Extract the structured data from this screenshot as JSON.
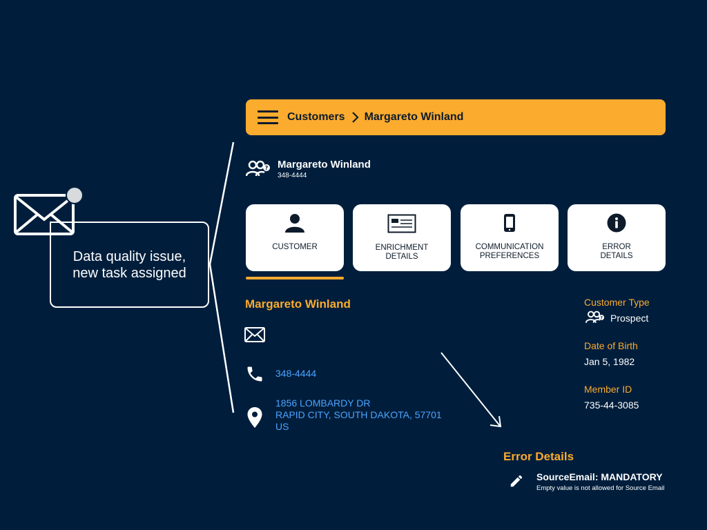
{
  "notification": {
    "message": "Data quality issue, new task assigned",
    "icon": "envelope-icon"
  },
  "header": {
    "breadcrumb_root": "Customers",
    "breadcrumb_current": "Margareto Winland"
  },
  "profile": {
    "name": "Margareto Winland",
    "phone": "348-4444"
  },
  "tabs": [
    {
      "line1": "CUSTOMER",
      "line2": "",
      "icon": "person-icon"
    },
    {
      "line1": "ENRICHMENT",
      "line2": "DETAILS",
      "icon": "id-card-icon"
    },
    {
      "line1": "COMMUNICATION",
      "line2": "PREFERENCES",
      "icon": "mobile-phone-icon"
    },
    {
      "line1": "ERROR",
      "line2": "DETAILS",
      "icon": "info-icon"
    }
  ],
  "customer": {
    "name": "Margareto Winland",
    "phone": "348-4444",
    "address_line1": "1856 LOMBARDY DR",
    "address_line2": "RAPID CITY, SOUTH DAKOTA, 57701",
    "address_line3": "US"
  },
  "side": {
    "type_label": "Customer Type",
    "type_value": "Prospect",
    "dob_label": "Date of Birth",
    "dob_value": "Jan 5, 1982",
    "member_label": "Member ID",
    "member_value": "735-44-3085"
  },
  "error": {
    "title": "Error Details",
    "code": "SourceEmail: MANDATORY",
    "message": "Empty value is not allowed for Source Email"
  },
  "colors": {
    "background": "#001e3c",
    "accent": "#fbab2e",
    "link": "#4da3ff",
    "tile": "#ffffff"
  }
}
